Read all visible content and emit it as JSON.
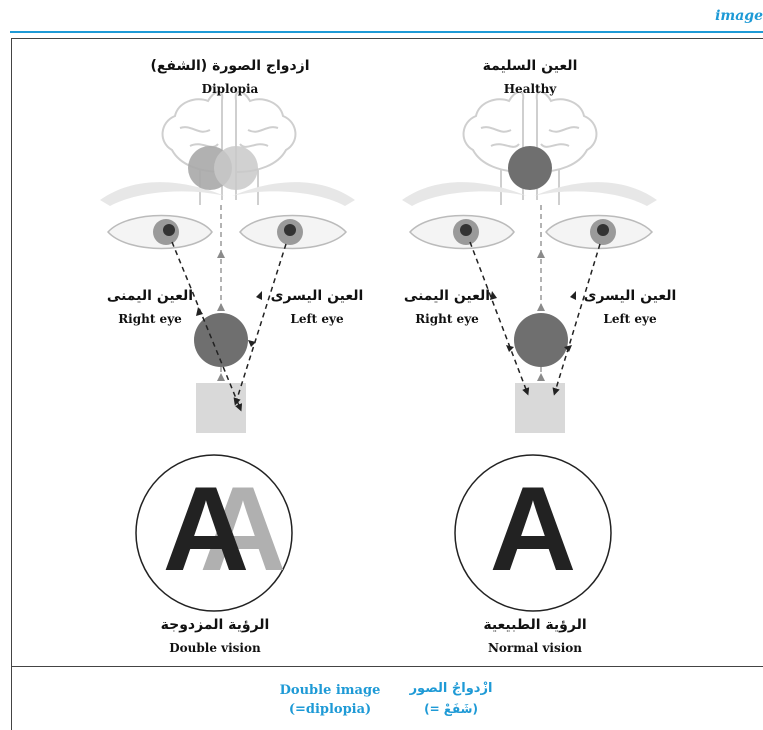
{
  "header": {
    "label": "image"
  },
  "diplopia": {
    "title_ar": "ازدواج الصورة (الشفع)",
    "title_en": "Diplopia",
    "right_eye_ar": "العين اليمنى",
    "right_eye_en": "Right eye",
    "left_eye_ar": "العين اليسرى",
    "left_eye_en": "Left eye",
    "vision_ar": "الرؤية المزدوجة",
    "vision_en": "Double vision",
    "letter": "A"
  },
  "healthy": {
    "title_ar": "العين السليمة",
    "title_en": "Healthy",
    "right_eye_ar": "العين اليمنى",
    "right_eye_en": "Right eye",
    "left_eye_ar": "العين اليسرى",
    "left_eye_en": "Left eye",
    "vision_ar": "الرؤية الطبيعية",
    "vision_en": "Normal vision",
    "letter": "A"
  },
  "footer": {
    "term_en_line1": "Double image",
    "term_en_line2": "(=diplopia)",
    "term_ar_line1": "ازْدواجُ الصور",
    "term_ar_line2": "(= شَفَعْ)"
  },
  "colors": {
    "accent": "#1e9ad6",
    "dark_gray": "#6f6f6f",
    "mid_gray": "#a8a8a8",
    "light_gray": "#d9d9d9"
  }
}
